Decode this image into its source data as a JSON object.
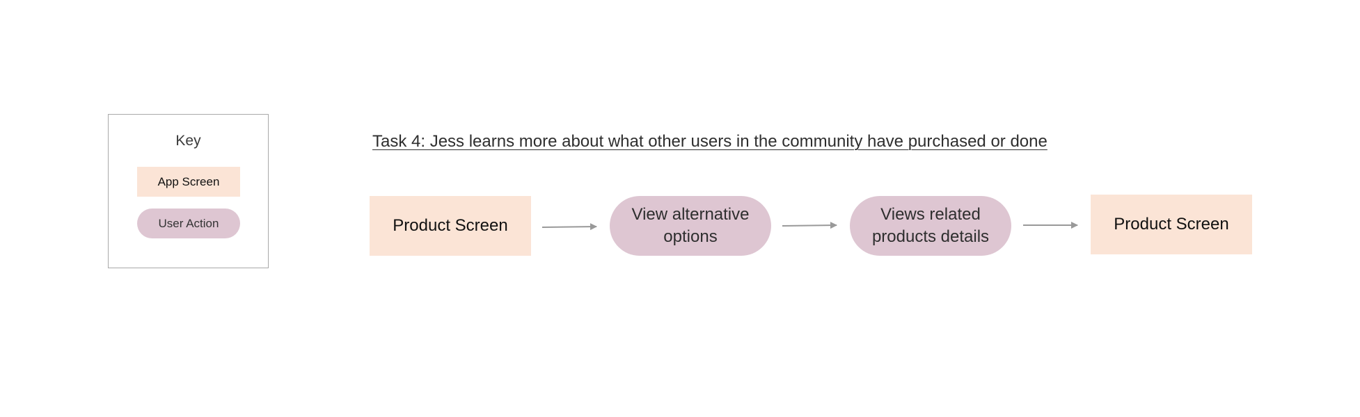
{
  "key": {
    "title": "Key",
    "app_screen_label": "App Screen",
    "user_action_label": "User Action"
  },
  "task": {
    "title": "Task 4: Jess learns more about what other users in the community have purchased or done"
  },
  "flow": {
    "steps": [
      {
        "label": "Product Screen",
        "kind": "app-screen"
      },
      {
        "label": "View alternative options",
        "kind": "user-action"
      },
      {
        "label": "Views related products details",
        "kind": "user-action"
      },
      {
        "label": "Product Screen",
        "kind": "app-screen"
      }
    ]
  },
  "colors": {
    "app_screen": "#fbe4d6",
    "user_action": "#dec6d2",
    "arrow": "#999999",
    "key_border": "#a8a8a8"
  }
}
